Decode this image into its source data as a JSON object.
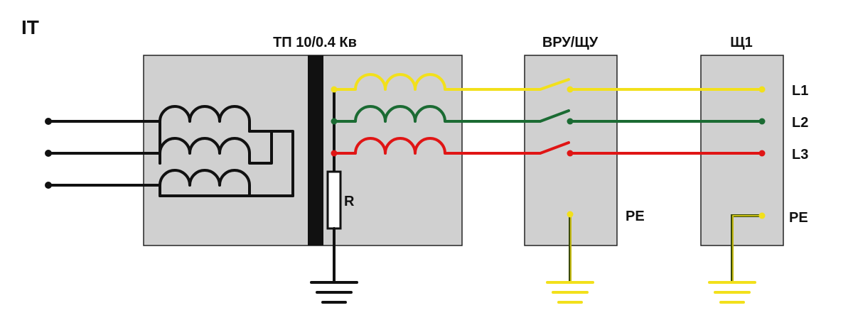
{
  "diagram": {
    "system_label": "IT",
    "tp_label": "ТП 10/0.4 Кв",
    "vru_label": "ВРУ/ЩУ",
    "sh1_label": "Щ1",
    "resistor_label": "R",
    "phases": [
      {
        "label": "L1",
        "color": "#f2e01b"
      },
      {
        "label": "L2",
        "color": "#1b6b33"
      },
      {
        "label": "L3",
        "color": "#e01515"
      }
    ],
    "pe_label_vru": "PE",
    "pe_label_sh1": "PE",
    "colors": {
      "box_fill": "#d0d0d0",
      "core": "#111111",
      "ground_yellow": "#f2e01b",
      "pe_wire_dark": "#3a4a00"
    }
  }
}
